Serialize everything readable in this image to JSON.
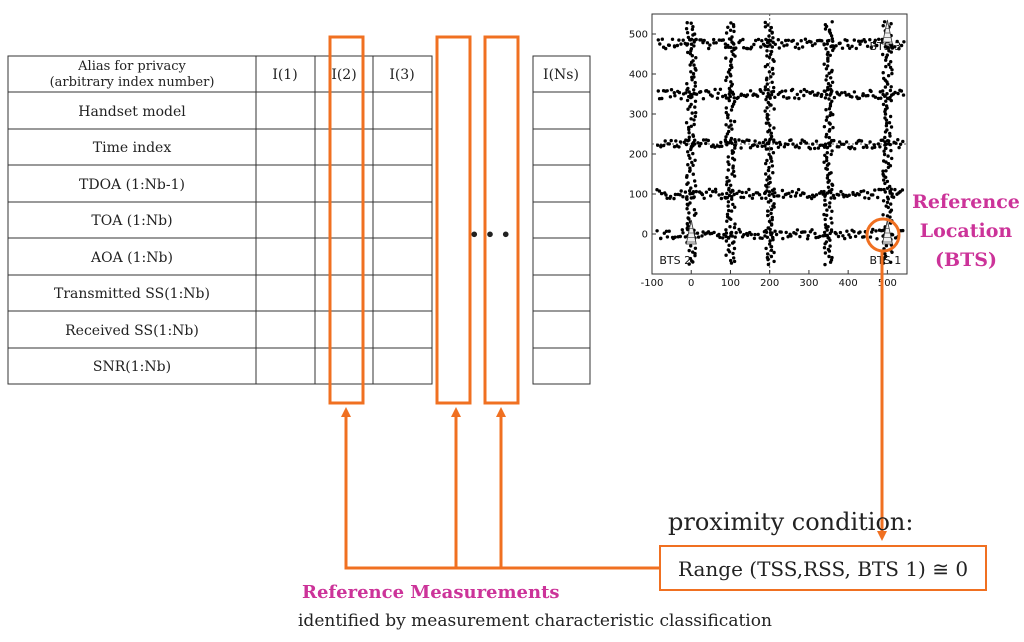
{
  "table": {
    "header_label_line1": "Alias for privacy",
    "header_label_line2": "(arbitrary index number)",
    "columns": [
      "I(1)",
      "I(2)",
      "I(3)",
      "I(Ns)"
    ],
    "rows": [
      "Handset model",
      "Time index",
      "TDOA (1:Nb-1)",
      "TOA (1:Nb)",
      "AOA (1:Nb)",
      "Transmitted SS(1:Nb)",
      "Received SS(1:Nb)",
      "SNR(1:Nb)"
    ],
    "ellipsis": "• • •"
  },
  "chart_data": {
    "type": "scatter",
    "x_ticks": [
      "-100",
      "0",
      "100",
      "200",
      "300",
      "400",
      "500"
    ],
    "y_ticks": [
      "0",
      "100",
      "200",
      "300",
      "400",
      "500"
    ],
    "xlim": [
      -100,
      550
    ],
    "ylim": [
      -100,
      550
    ],
    "stations": [
      {
        "name": "BTS 1",
        "x": 500,
        "y": 0
      },
      {
        "name": "BTS 2",
        "x": 0,
        "y": 0
      },
      {
        "name": "BTS 3",
        "x": 500,
        "y": 500
      }
    ],
    "grid_lines_x": [
      0,
      100,
      200,
      350,
      500
    ],
    "grid_lines_y": [
      0,
      100,
      225,
      350,
      475
    ]
  },
  "labels": {
    "reference_location_line1": "Reference",
    "reference_location_line2": "Location",
    "reference_location_line3": "(BTS)",
    "proximity_condition": "proximity condition:",
    "range_formula": "Range (TSS,RSS, BTS 1) ≅ 0",
    "reference_measurements": "Reference Measurements",
    "identified_by": "identified by measurement characteristic classification"
  },
  "colors": {
    "accent": "#f07021",
    "pink": "#cc3399"
  }
}
